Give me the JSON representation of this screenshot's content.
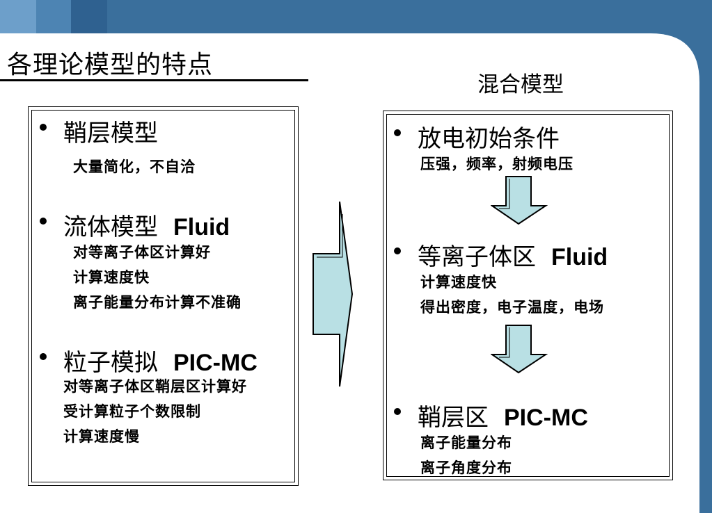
{
  "colors": {
    "header_dark": "#3a6f9c",
    "header_mid": "#4d84b3",
    "header_light": "#6d9fca",
    "arrow_fill": "#b9e0e4",
    "text": "#000000",
    "background": "#ffffff"
  },
  "slide": {
    "title": "各理论模型的特点",
    "hybrid_title": "混合模型"
  },
  "left_panel": {
    "items": [
      {
        "heading": "鞘层模型",
        "heading_en": "",
        "lines": [
          "大量简化，不自洽"
        ]
      },
      {
        "heading": "流体模型",
        "heading_en": "Fluid",
        "lines": [
          "对等离子体区计算好",
          "计算速度快",
          "离子能量分布计算不准确"
        ]
      },
      {
        "heading": "粒子模拟",
        "heading_en": "PIC-MC",
        "lines": [
          "对等离子体区鞘层区计算好",
          "受计算粒子个数限制",
          "计算速度慢"
        ]
      }
    ]
  },
  "right_panel": {
    "items": [
      {
        "heading": "放电初始条件",
        "heading_en": "",
        "lines": [
          "压强，频率，射频电压"
        ]
      },
      {
        "heading": "等离子体区",
        "heading_en": "Fluid",
        "lines": [
          "计算速度快",
          "得出密度，电子温度，电场"
        ]
      },
      {
        "heading": "鞘层区",
        "heading_en": "PIC-MC",
        "lines": [
          "离子能量分布",
          "离子角度分布"
        ]
      }
    ]
  },
  "icons": {
    "big_arrow": "right-arrow-icon",
    "down_arrow": "down-arrow-icon"
  }
}
